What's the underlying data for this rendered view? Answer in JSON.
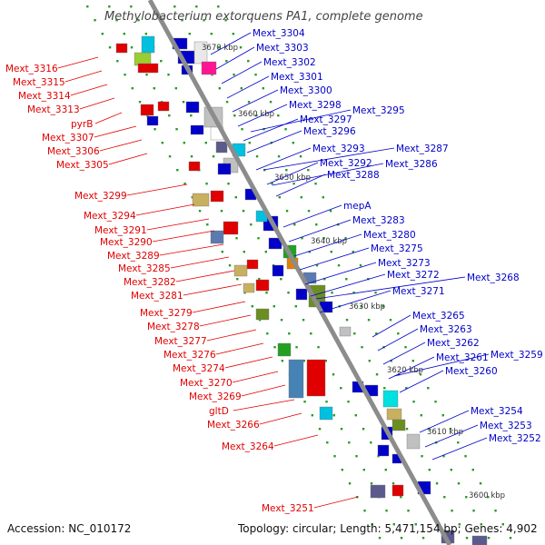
{
  "title": "Methylobacterium extorquens PA1, complete genome",
  "accession": "Accession: NC_010172",
  "summary": "Topology: circular; Length: 5,471,154 bp; Genes: 4,902",
  "colors": {
    "forward": "#e00000",
    "reverse": "#0000c8",
    "backbone": "#8c8c8c",
    "tick": "#2a9a2a"
  },
  "scale_labels": [
    "3670 kbp",
    "3660 kbp",
    "3650 kbp",
    "3640 kbp",
    "3630 kbp",
    "3620 kbp",
    "3610 kbp",
    "3600 kbp"
  ],
  "left_genes": [
    "Mext_3316",
    "Mext_3315",
    "Mext_3314",
    "Mext_3313",
    "pyrB",
    "Mext_3307",
    "Mext_3306",
    "Mext_3305",
    "Mext_3299",
    "Mext_3294",
    "Mext_3291",
    "Mext_3290",
    "Mext_3289",
    "Mext_3285",
    "Mext_3282",
    "Mext_3281",
    "Mext_3279",
    "Mext_3278",
    "Mext_3277",
    "Mext_3276",
    "Mext_3274",
    "Mext_3270",
    "Mext_3269",
    "gltD",
    "Mext_3266",
    "Mext_3264",
    "Mext_3251"
  ],
  "right_genes": [
    "Mext_3304",
    "Mext_3303",
    "Mext_3302",
    "Mext_3301",
    "Mext_3300",
    "Mext_3298",
    "Mext_3297",
    "Mext_3295",
    "Mext_3296",
    "Mext_3293",
    "Mext_3287",
    "Mext_3292",
    "Mext_3286",
    "Mext_3288",
    "mepA",
    "Mext_3283",
    "Mext_3280",
    "Mext_3275",
    "Mext_3273",
    "Mext_3272",
    "Mext_3268",
    "Mext_3271",
    "Mext_3265",
    "Mext_3263",
    "Mext_3262",
    "Mext_3261",
    "Mext_3259",
    "Mext_3260",
    "Mext_3254",
    "Mext_3253",
    "Mext_3252"
  ]
}
